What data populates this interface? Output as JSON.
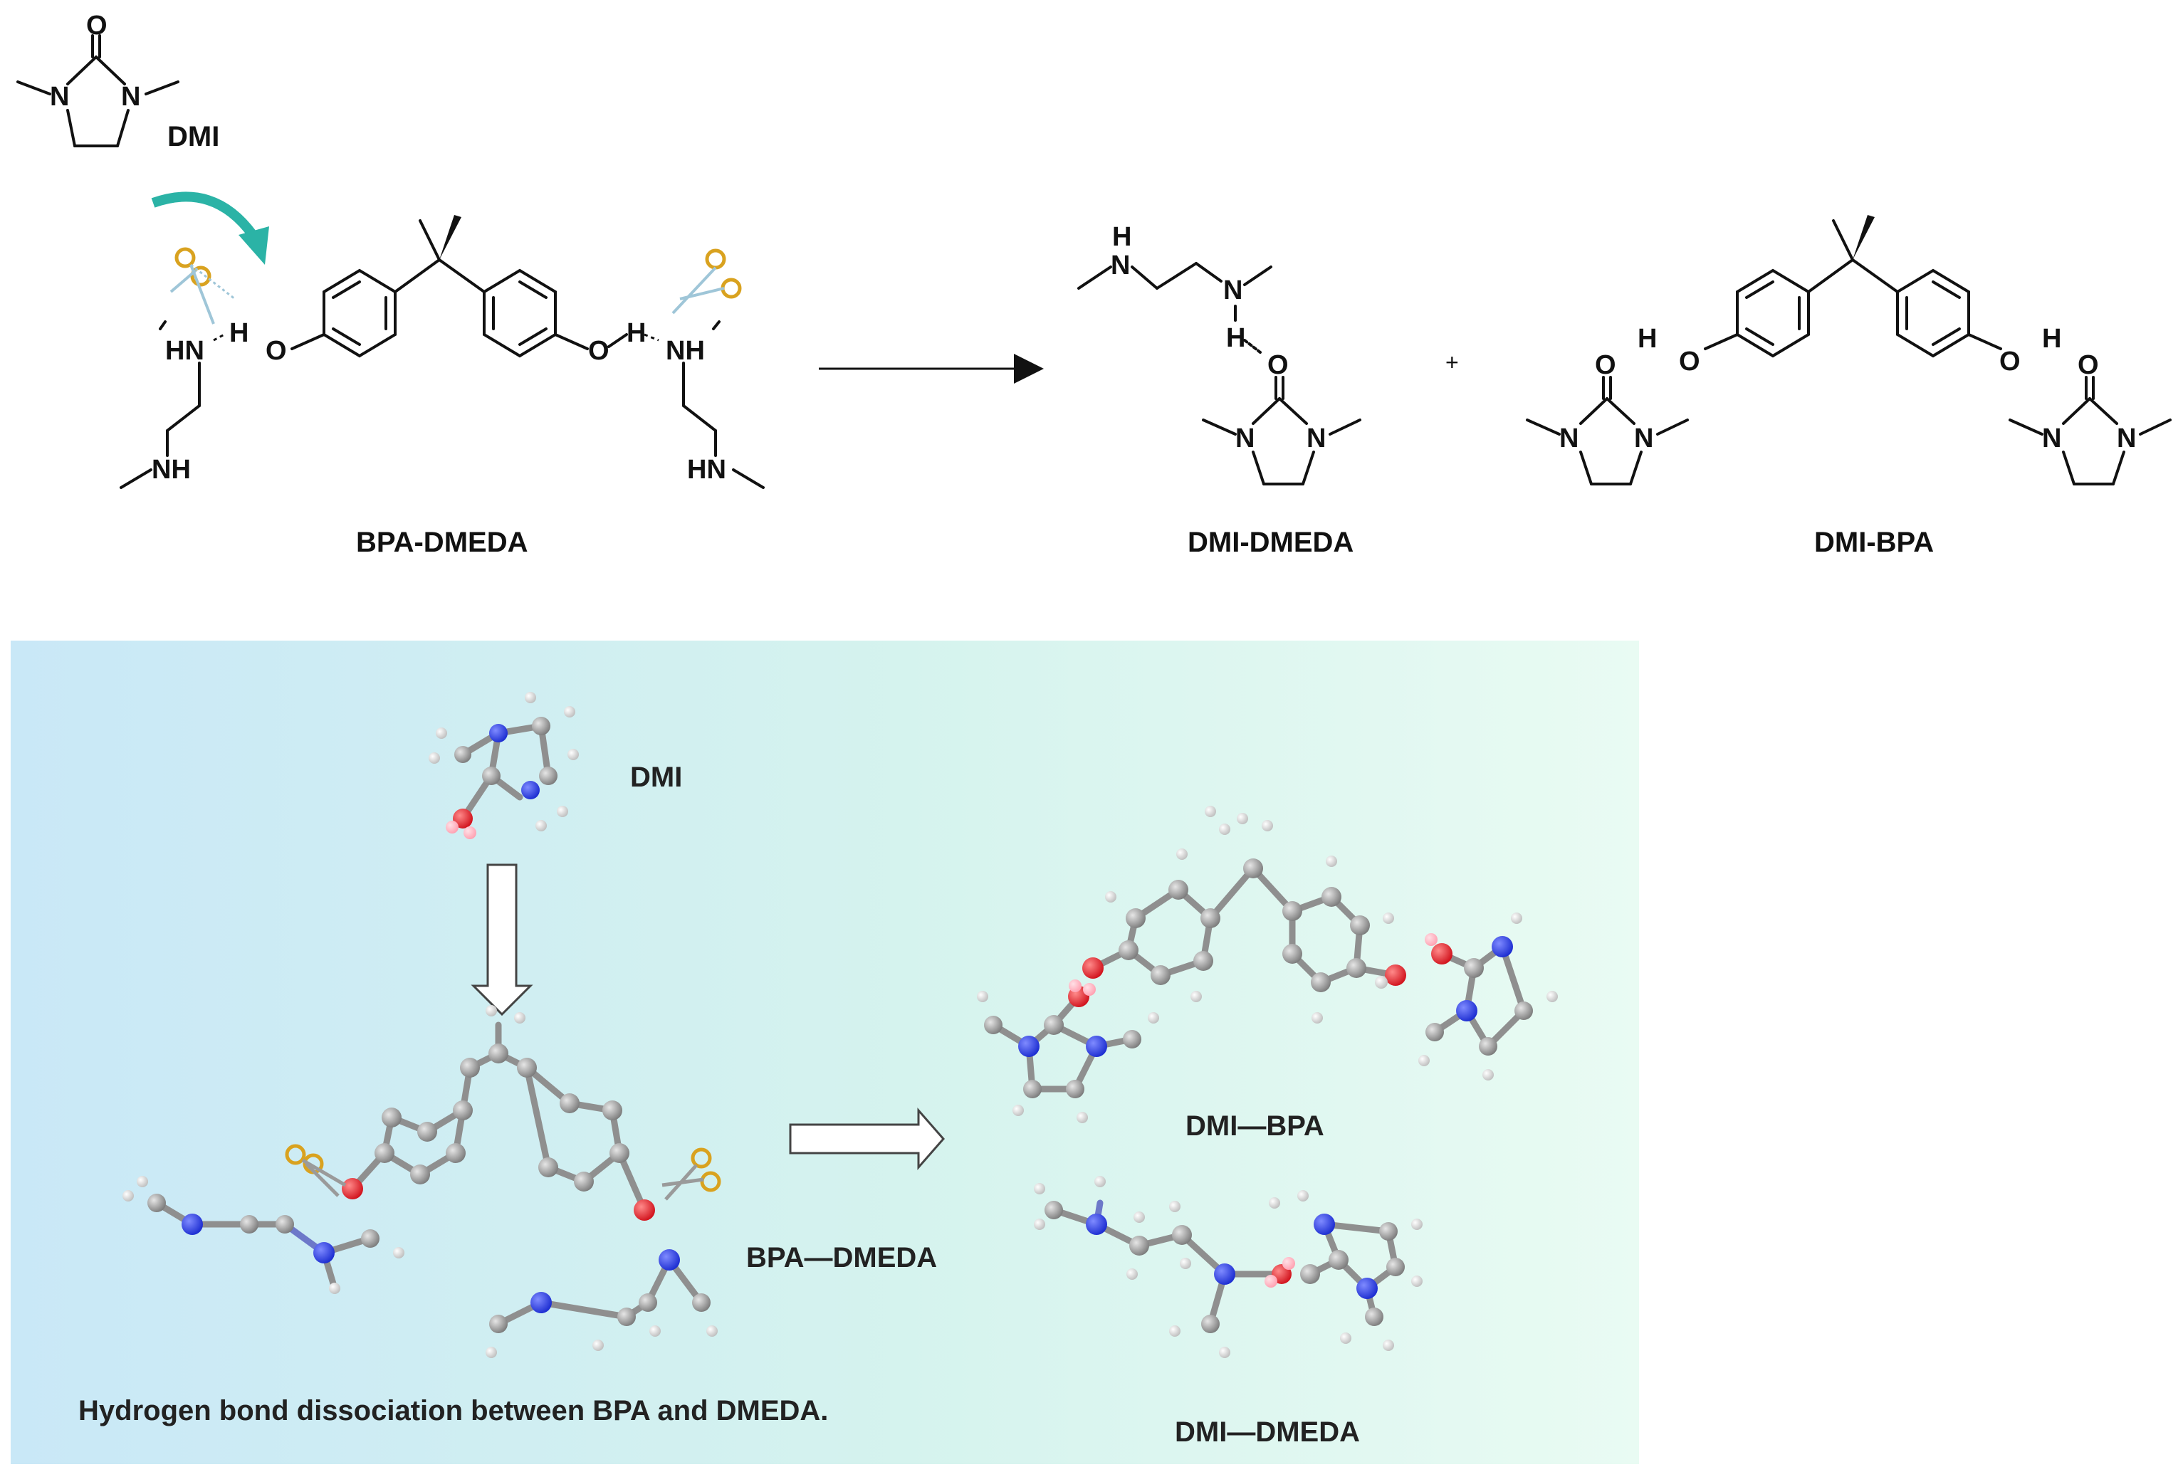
{
  "top_scheme": {
    "reagent_label": "DMI",
    "reactant_label": "BPA-DMEDA",
    "product_1_label": "DMI-DMEDA",
    "plus_sign": "+",
    "product_2_label": "DMI-BPA",
    "accent_arrow_color": "#2bb3a6",
    "scissors_color": "#d9a21f"
  },
  "bottom_panel": {
    "gradient_colors": [
      "#c9e8f7",
      "#d9f5ee",
      "#e9fbf3"
    ],
    "dmi_label": "DMI",
    "complex_label": "BPA—DMEDA",
    "product_bpa_label": "DMI—BPA",
    "product_dmeda_label": "DMI—DMEDA",
    "caption": "Hydrogen bond dissociation between BPA and DMEDA."
  }
}
